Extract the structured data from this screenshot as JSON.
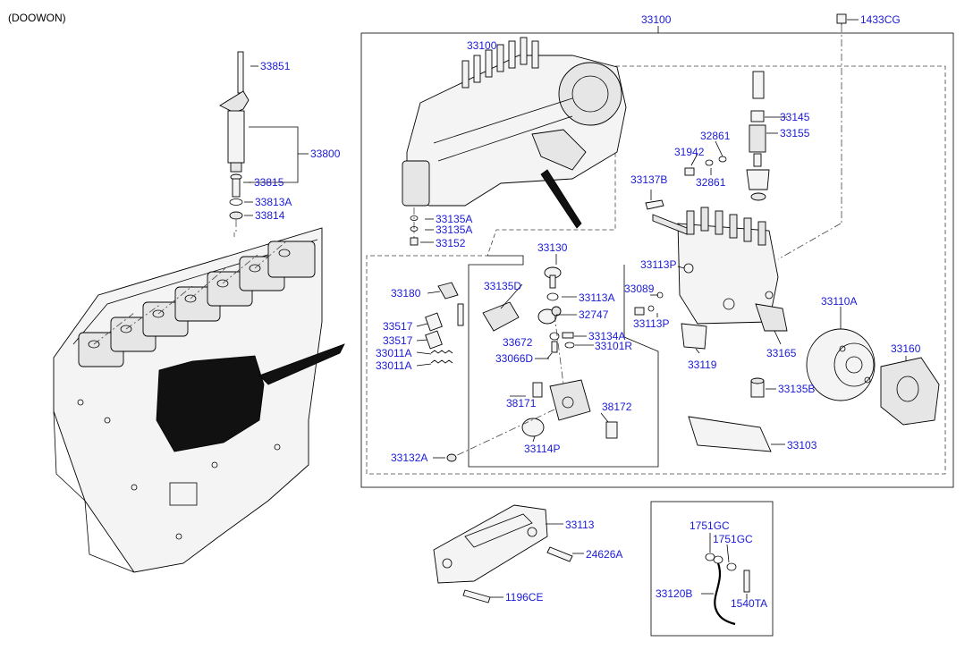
{
  "header": {
    "variant": "(DOOWON)"
  },
  "labels": {
    "l33100_top": "33100",
    "l1433CG": "1433CG",
    "l33851": "33851",
    "l33800": "33800",
    "l33815": "33815",
    "l33813A": "33813A",
    "l33814": "33814",
    "l33100_in": "33100",
    "l33145": "33145",
    "l33155": "33155",
    "l32861a": "32861",
    "l31942": "31942",
    "l32861b": "32861",
    "l33137B": "33137B",
    "l33135A_1": "33135A",
    "l33135A_2": "33135A",
    "l33152": "33152",
    "l33130": "33130",
    "l33113P_1": "33113P",
    "l33089": "33089",
    "l33113P_2": "33113P",
    "l33180": "33180",
    "l33135D": "33135D",
    "l33113A": "33113A",
    "l32747": "32747",
    "l33517_1": "33517",
    "l33517_2": "33517",
    "l33011A_1": "33011A",
    "l33011A_2": "33011A",
    "l33672": "33672",
    "l33134A": "33134A",
    "l33101R": "33101R",
    "l33066D": "33066D",
    "l38171": "38171",
    "l38172": "38172",
    "l33114P": "33114P",
    "l33132A": "33132A",
    "l33119": "33119",
    "l33110A": "33110A",
    "l33165": "33165",
    "l33160": "33160",
    "l33135B": "33135B",
    "l33103": "33103",
    "l33113": "33113",
    "l24626A": "24626A",
    "l1196CE": "1196CE",
    "l1751GC_1": "1751GC",
    "l1751GC_2": "1751GC",
    "l33120B": "33120B",
    "l1540TA": "1540TA"
  },
  "colors": {
    "label": "#1a1ad6",
    "line": "#000000"
  }
}
